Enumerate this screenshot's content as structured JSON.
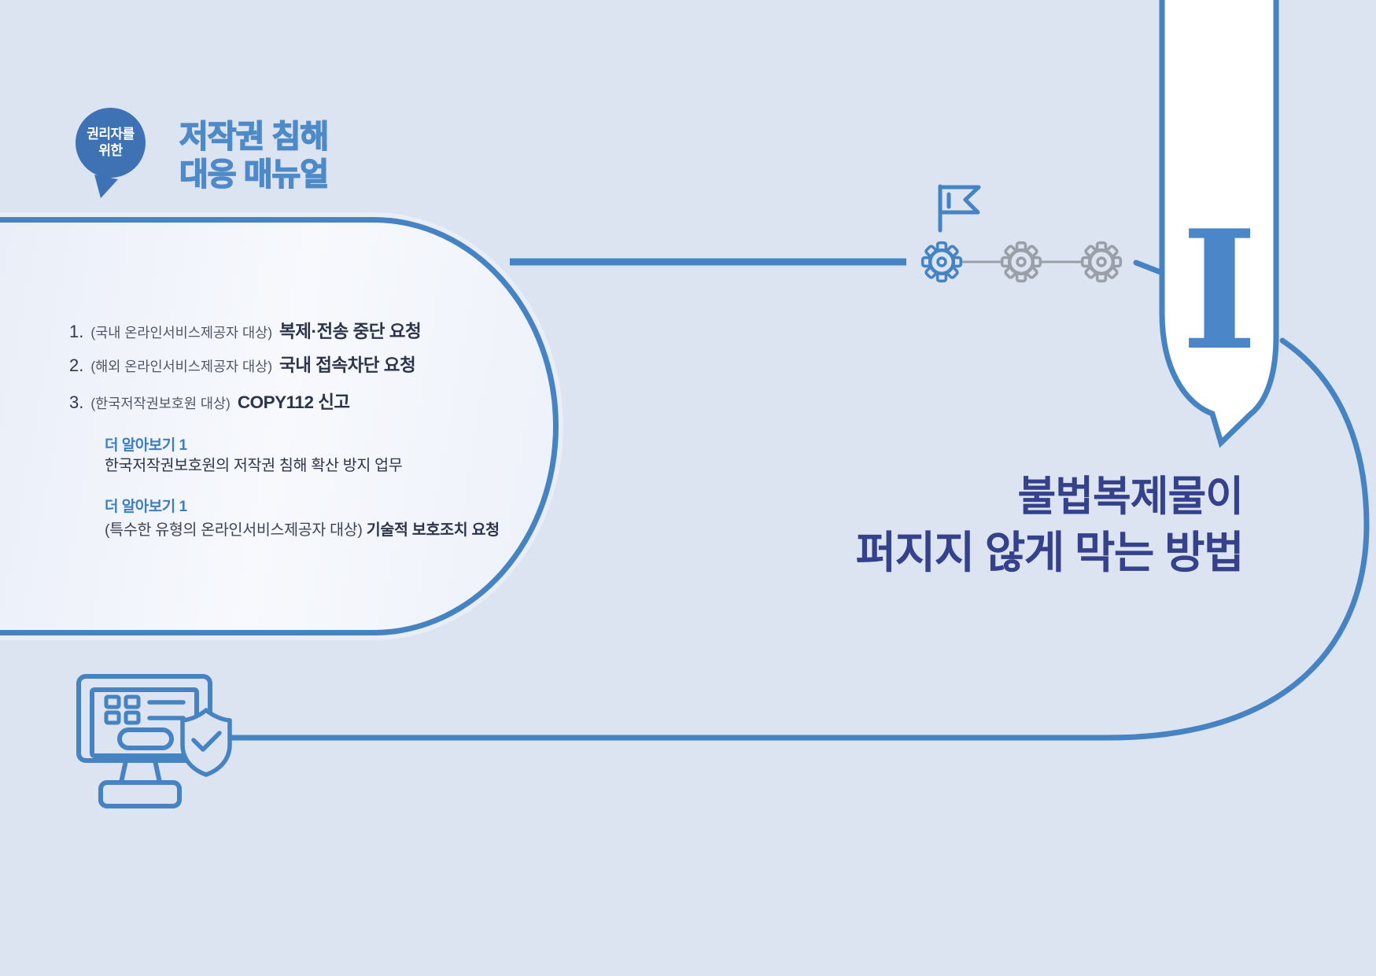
{
  "page": {
    "background_color": "#dce3f1",
    "accent_blue": "#4583c3",
    "navy": "#35418b",
    "gear_gray": "#9ba0a8",
    "capsule_fill": "#f7f9fd"
  },
  "logo": {
    "badge_line1": "권리자를",
    "badge_line2": "위한",
    "title_line1": "저작권 침해",
    "title_line2": "대응 매뉴얼",
    "badge_color": "#3e72b4",
    "title_color": "#4e89c8"
  },
  "list": {
    "items": [
      {
        "num": "1.",
        "prefix": "(국내 온라인서비스제공자 대상)",
        "bold": "복제·전송 중단 요청"
      },
      {
        "num": "2.",
        "prefix": "(해외 온라인서비스제공자 대상)",
        "bold": "국내 접속차단 요청"
      },
      {
        "num": "3.",
        "prefix": "(한국저작권보호원 대상)",
        "bold": "COPY112 신고"
      }
    ]
  },
  "more": [
    {
      "label": "더 알아보기 1",
      "desc": "한국저작권보호원의 저작권 침해 확산 방지 업무"
    },
    {
      "label": "더 알아보기 1",
      "desc_prefix": "(특수한 유형의 온라인서비스제공자 대상) ",
      "desc_bold": "기술적 보호조치 요청"
    }
  ],
  "chapter": {
    "numeral": "I",
    "title_line1": "불법복제물이",
    "title_line2": "퍼지지 않게 막는 방법",
    "title_color": "#35418b"
  },
  "icons": {
    "flag": "outlined flag with swallowtail notch",
    "gears": "three process gears, first blue then two gray",
    "bookmark": "white ribbon speech-bubble bookmark",
    "monitor_shield": "monitor with form elements protected by shield checkmark"
  }
}
